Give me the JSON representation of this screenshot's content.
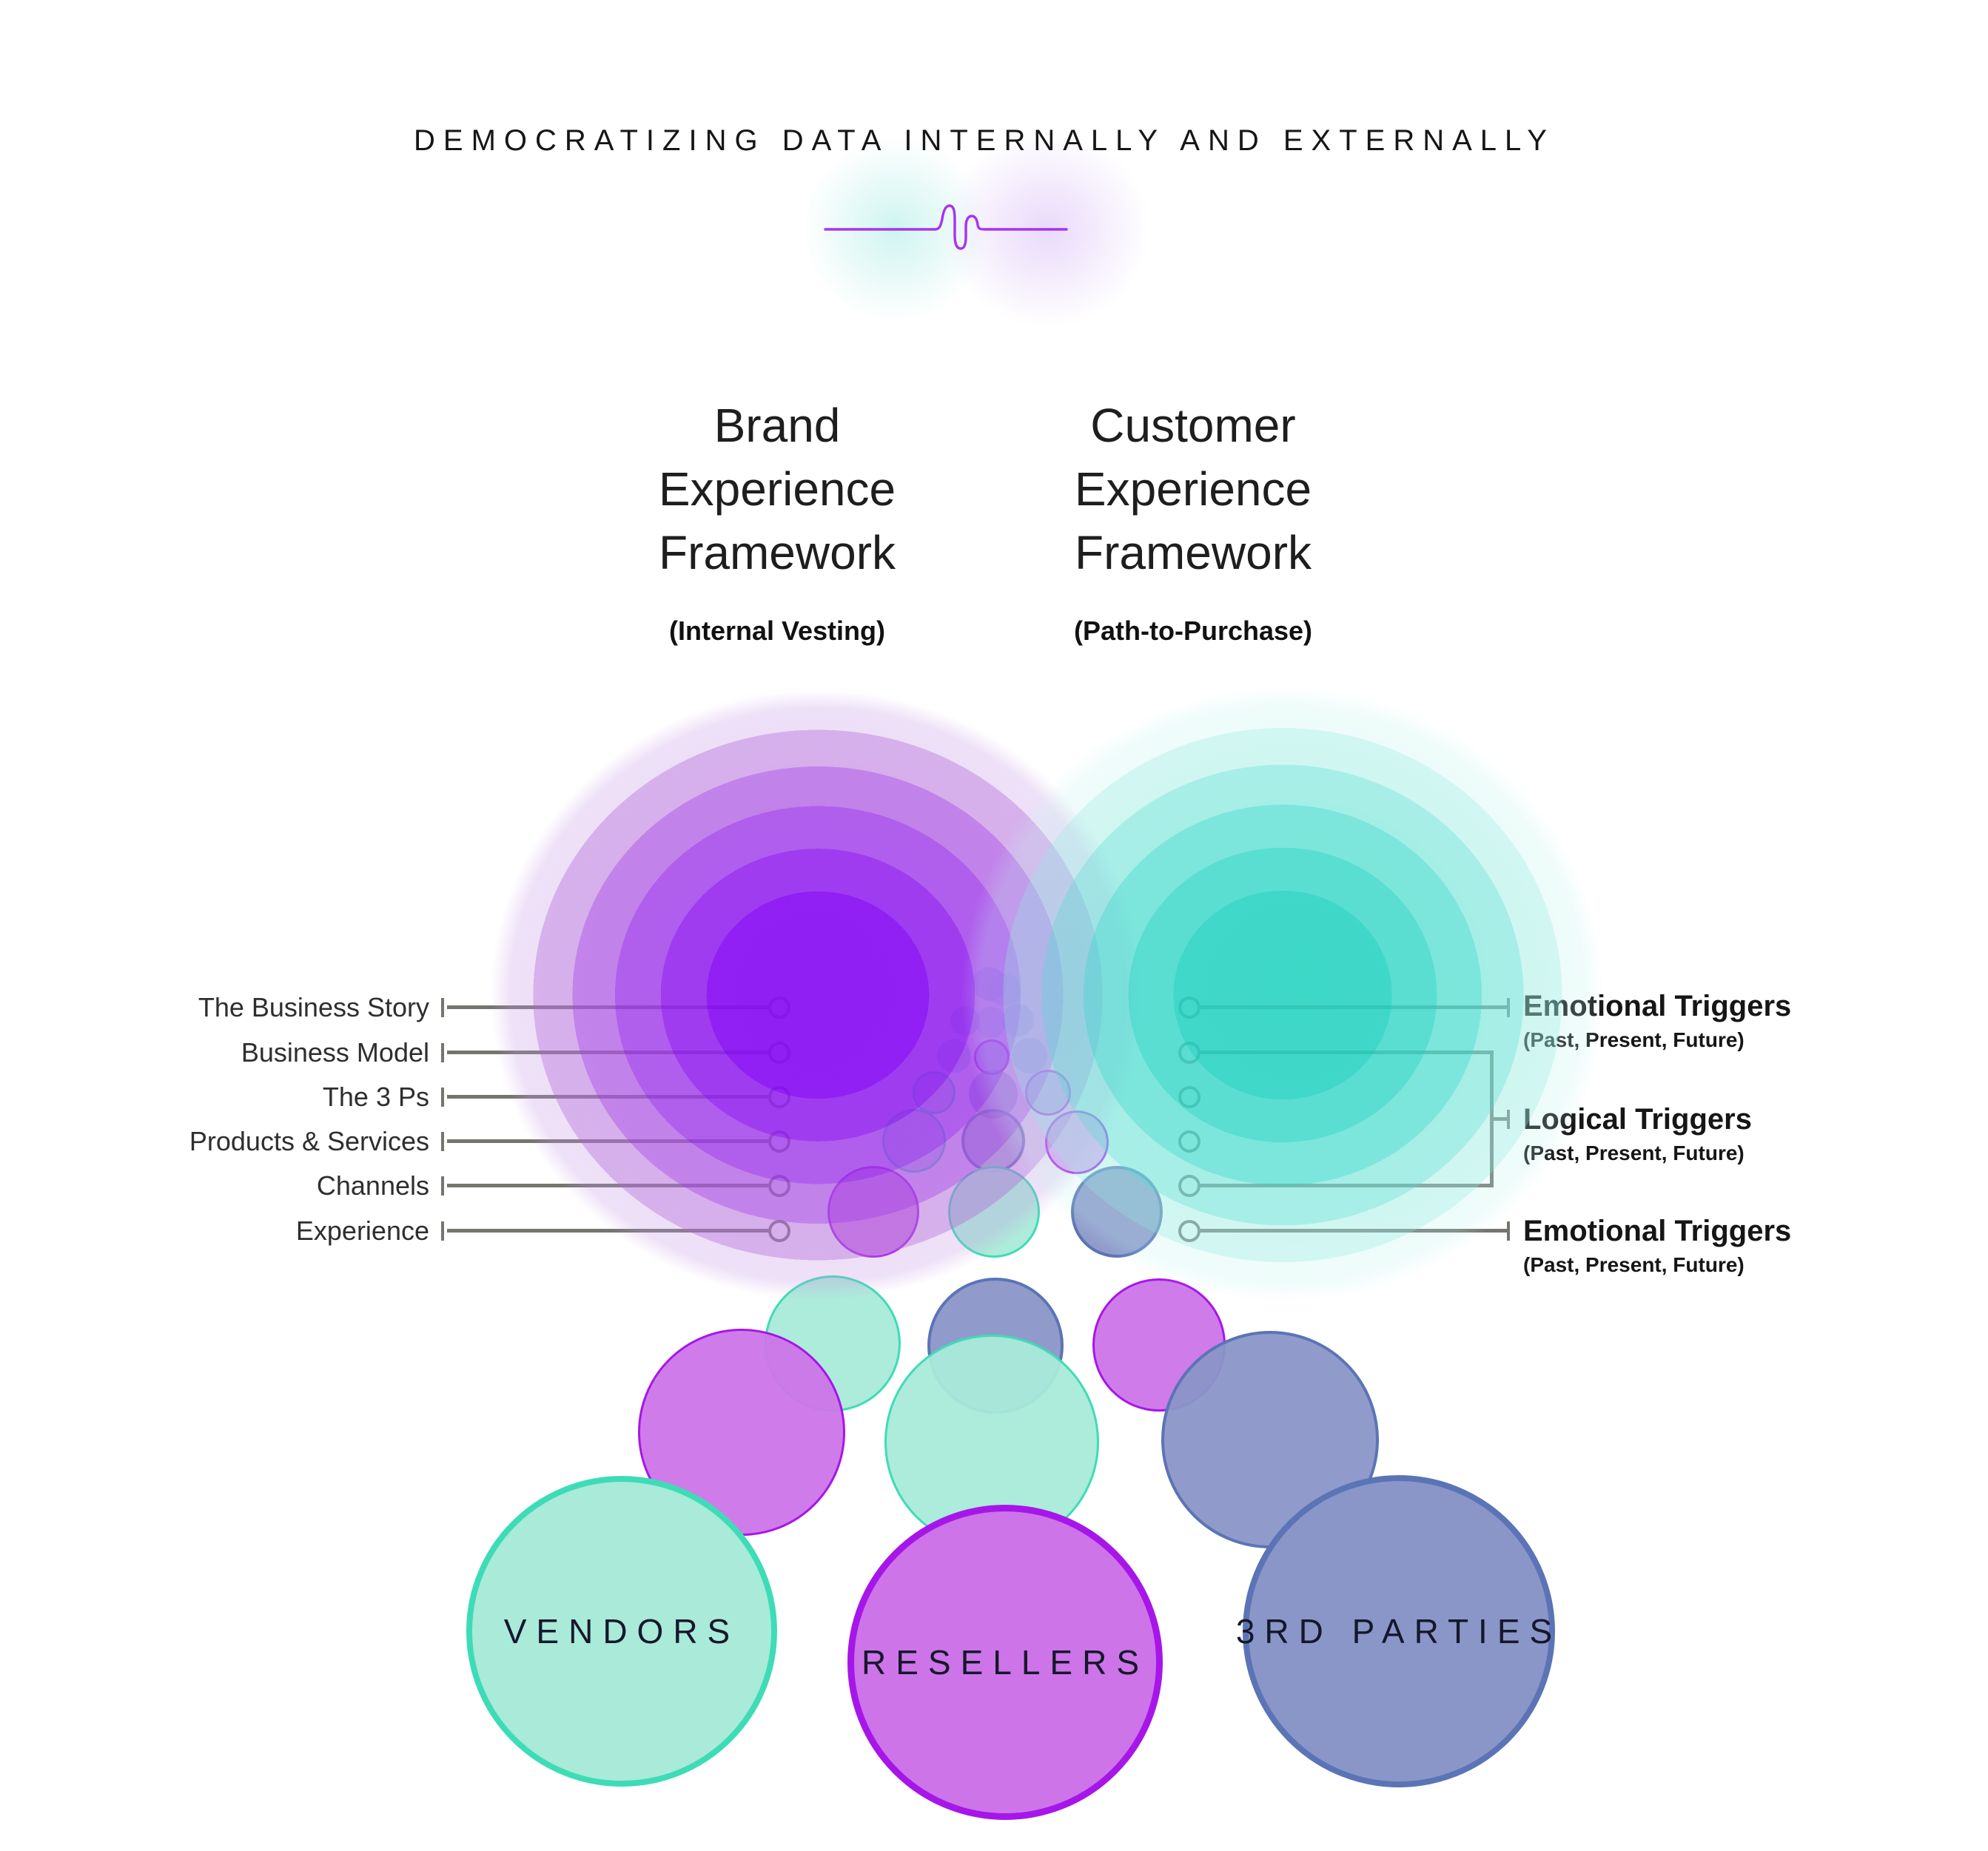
{
  "title": "DEMOCRATIZING DATA INTERNALLY AND EXTERNALLY",
  "frameworks": {
    "brand": {
      "line1": "Brand",
      "line2": "Experience",
      "line3": "Framework",
      "subtitle": "(Internal Vesting)"
    },
    "customer": {
      "line1": "Customer",
      "line2": "Experience",
      "line3": "Framework",
      "subtitle": "(Path-to-Purchase)"
    }
  },
  "left_labels": [
    "The Business Story",
    "Business Model",
    "The 3 Ps",
    "Products & Services",
    "Channels",
    "Experience"
  ],
  "right_triggers": [
    {
      "title": "Emotional Triggers",
      "subtitle": "(Past, Present, Future)"
    },
    {
      "title": "Logical Triggers",
      "subtitle": "(Past, Present, Future)"
    },
    {
      "title": "Emotional Triggers",
      "subtitle": "(Past, Present, Future)"
    }
  ],
  "bottom_circles": [
    {
      "label": "VENDORS"
    },
    {
      "label": "RESELLERS"
    },
    {
      "label": "3RD PARTIES"
    }
  ],
  "colors": {
    "purple_core": "#8a10f2",
    "teal_core": "#2bd4c2",
    "mint_fill": "#a9ead8",
    "mint_stroke": "#3edcb6",
    "orchid_fill": "#cd74e9",
    "orchid_stroke": "#a716e8",
    "slate_fill": "#8a96c8",
    "slate_stroke": "#5b74b6",
    "lightblue_fill": "#7da5e1",
    "periwinkle_fill": "#9491e8",
    "connector_gray": "#757570",
    "squiggle_purple": "#a832f0",
    "text_dark": "#1e1e1e"
  }
}
